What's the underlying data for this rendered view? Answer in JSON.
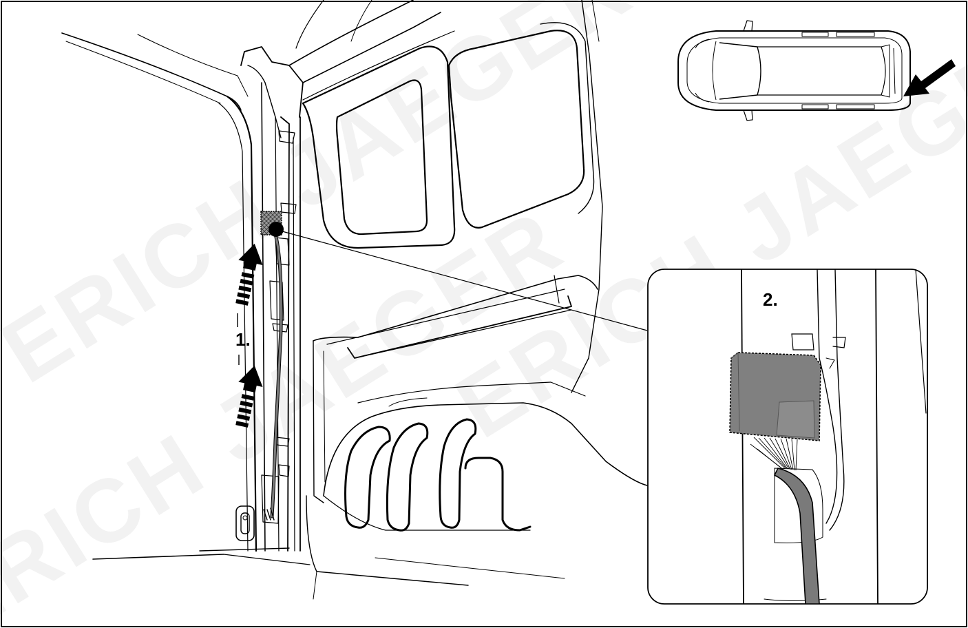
{
  "watermark": {
    "text_line1": "ERICH JAEGER",
    "text_line2": "ERICH JAEGER",
    "text_line3": "ERICH JAEGER"
  },
  "steps": {
    "step1_label": "1.",
    "step2_label": "2."
  },
  "colors": {
    "line": "#000000",
    "module_fill": "#808080",
    "cable_fill": "#7a7a7a",
    "background": "#ffffff"
  },
  "icons": {
    "direction_arrow": "striped-up-arrow-icon",
    "view_arrow": "solid-arrow-icon",
    "vehicle": "van-top-view-icon"
  }
}
